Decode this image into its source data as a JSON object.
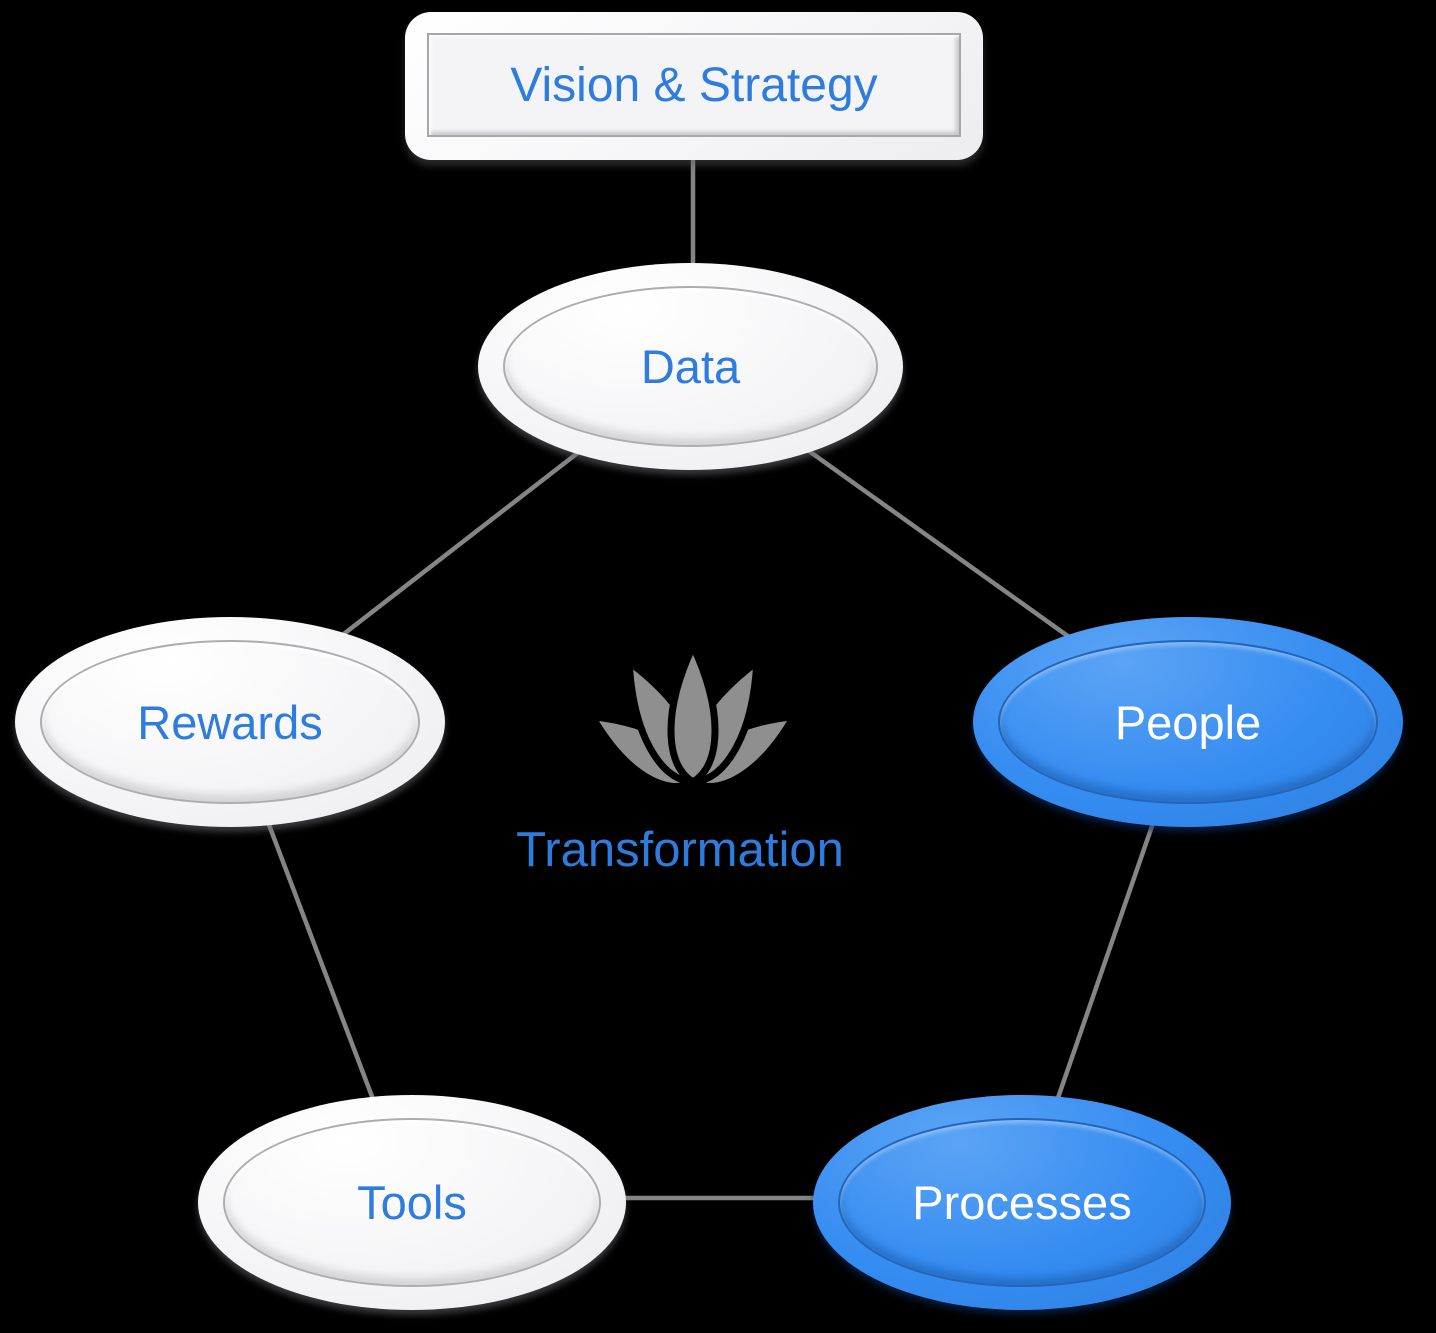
{
  "diagram": {
    "background_color": "#000000",
    "colors": {
      "node_white_fill": "#F5F5F7",
      "node_blue_fill": "#358CF1",
      "label_blue": "#2E7CDD",
      "label_white": "#FFFFFF",
      "connector_gray": "#858585",
      "lotus_gray": "#8F8F8F"
    },
    "title_box": {
      "label": "Vision & Strategy"
    },
    "center": {
      "icon": "lotus-icon",
      "label": "Transformation"
    },
    "nodes": [
      {
        "id": "data",
        "label": "Data",
        "variant": "white"
      },
      {
        "id": "rewards",
        "label": "Rewards",
        "variant": "white"
      },
      {
        "id": "people",
        "label": "People",
        "variant": "blue"
      },
      {
        "id": "tools",
        "label": "Tools",
        "variant": "white"
      },
      {
        "id": "processes",
        "label": "Processes",
        "variant": "blue"
      }
    ],
    "connections": [
      {
        "from": "vision-strategy",
        "to": "data"
      },
      {
        "from": "data",
        "to": "rewards"
      },
      {
        "from": "data",
        "to": "people"
      },
      {
        "from": "rewards",
        "to": "tools"
      },
      {
        "from": "people",
        "to": "processes"
      },
      {
        "from": "tools",
        "to": "processes"
      }
    ]
  }
}
